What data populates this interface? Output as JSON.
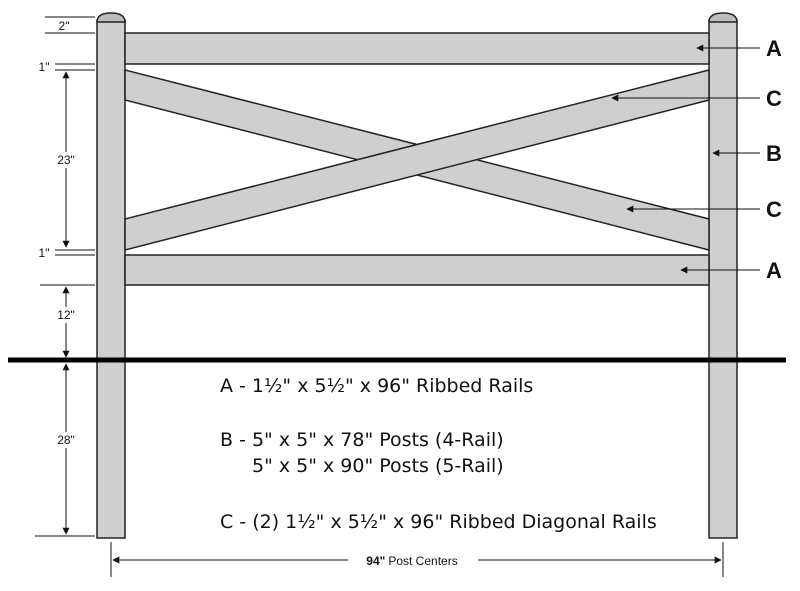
{
  "dimensions": {
    "top_gap": "2\"",
    "rail_gap_top": "1\"",
    "middle_span": "23\"",
    "rail_gap_bottom": "1\"",
    "ground_clearance": "12\"",
    "burial_depth": "28\"",
    "post_centers_value": "94\"",
    "post_centers_label": "Post Centers"
  },
  "part_labels": {
    "a_top": "A",
    "c_upper": "C",
    "b_post": "B",
    "c_lower": "C",
    "a_bottom": "A"
  },
  "legend": {
    "a": "A - 1½\" x 5½\" x 96\" Ribbed Rails",
    "b1": "B - 5\" x 5\" x 78\" Posts (4-Rail)",
    "b2": "5\" x 5\" x 90\" Posts (5-Rail)",
    "c": "C - (2) 1½\" x 5½\" x 96\" Ribbed Diagonal Rails"
  },
  "colors": {
    "wood": "#cfcfcf",
    "outline": "#222222",
    "ground": "#000000"
  }
}
